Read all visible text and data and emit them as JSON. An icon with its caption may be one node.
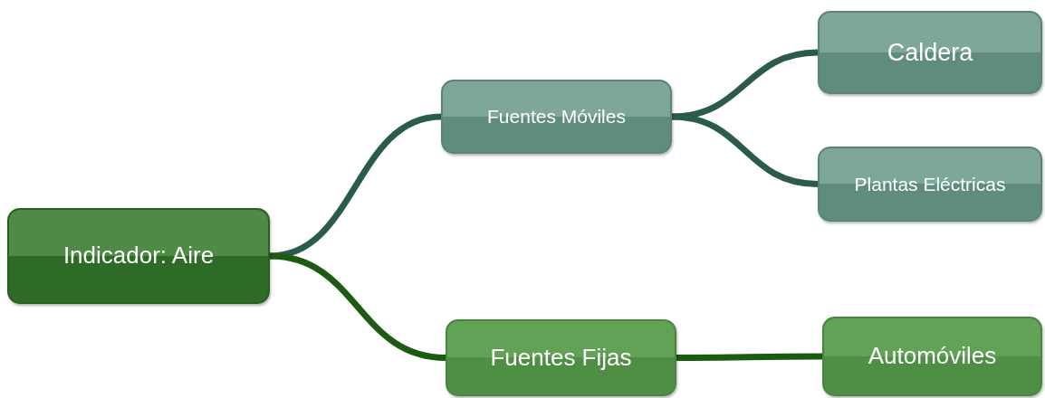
{
  "diagram": {
    "nodes": [
      {
        "text": [
          "Indicador: Aire"
        ]
      },
      {
        "text": [
          "Fuentes Móviles"
        ]
      },
      {
        "text": [
          "Caldera"
        ]
      },
      {
        "text": [
          "Plantas Eléctricas"
        ]
      },
      {
        "text": [
          "Fuentes Fijas"
        ]
      },
      {
        "text": [
          "Automóviles"
        ]
      }
    ],
    "edges": [
      {
        "from": 0,
        "to": 1,
        "arrow": "none"
      },
      {
        "from": 0,
        "to": 4,
        "arrow": "none",
        "color": "#1d5a12"
      },
      {
        "from": 1,
        "to": 2,
        "arrow": "none"
      },
      {
        "from": 1,
        "to": 3,
        "arrow": "none"
      },
      {
        "from": 4,
        "to": 5,
        "arrow": "none",
        "color": "#1d5a12"
      }
    ]
  }
}
